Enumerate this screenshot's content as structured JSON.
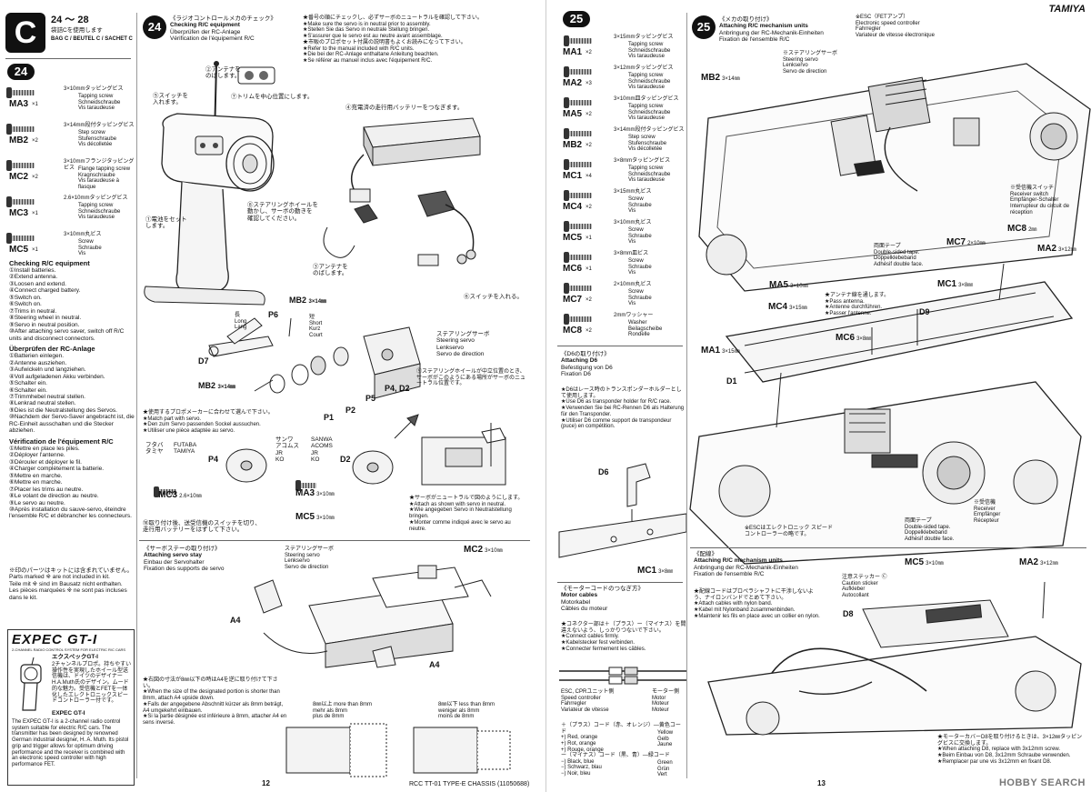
{
  "left": {
    "corner": {
      "letter": "C",
      "steps": "24 ～ 28",
      "bag": "袋詰Cを使用します",
      "bag_en": "BAG C / BEUTEL C / SACHET C"
    },
    "step24_badge": "24",
    "parts": [
      {
        "code": "MA3",
        "qty": "×1",
        "jp": "3×10mmタッピングビス",
        "desc": "Tapping screw\nSchneidschraube\nVis taraudeuse"
      },
      {
        "code": "MB2",
        "qty": "×2",
        "jp": "3×14mm段付タッピングビス",
        "desc": "Step screw\nStufenschraube\nVis décolletée"
      },
      {
        "code": "MC2",
        "qty": "×2",
        "jp": "3×10mmフランジタッピングビス",
        "desc": "Flange tapping screw\nKragnschraube\nVis taraudeuse à flasque"
      },
      {
        "code": "MC3",
        "qty": "×1",
        "jp": "2.6×10mmタッピングビス",
        "desc": "Tapping screw\nSchneidschraube\nVis taraudeuse"
      },
      {
        "code": "MC5",
        "qty": "×1",
        "jp": "3×10mm丸ビス",
        "desc": "Screw\nSchraube\nVis"
      }
    ],
    "checking_en": {
      "title": "Checking R/C equipment",
      "items": [
        "①Install batteries.",
        "②Extend antenna.",
        "③Loosen and extend.",
        "④Connect charged battery.",
        "⑤Switch on.",
        "⑥Switch on.",
        "⑦Trims in neutral.",
        "⑧Steering wheel in neutral.",
        "⑨Servo in neutral position.",
        "⑩After attaching servo saver, switch off R/C units and disconnect connectors."
      ]
    },
    "checking_de": {
      "title": "Überprüfen der RC-Anlage",
      "items": [
        "①Batterien einlegen.",
        "②Antenne ausziehen.",
        "③Aufwickeln und langziehen.",
        "④Voll aufgeladenen Akku verbinden.",
        "⑤Schalter ein.",
        "⑥Schalter ein.",
        "⑦Trimmhebel neutral stellen.",
        "⑧Lenkrad neutral stellen.",
        "⑨Dies ist die Neutralstellung des Servos.",
        "⑩Nachdem der Servo-Saver angebracht ist, die RC-Einheit ausschalten und die Stecker abziehen."
      ]
    },
    "checking_fr": {
      "title": "Vérification de l'équipement R/C",
      "items": [
        "①Mettre en place les piles.",
        "②Déployer l'antenne.",
        "③Dérouler et déployer le fil.",
        "④Charger complètement la batterie.",
        "⑤Mettre en marche.",
        "⑥Mettre en marche.",
        "⑦Placer les trims au neutre.",
        "⑧Le volant de direction au neutre.",
        "⑨Le servo au neutre.",
        "⑩Après installation du sauve-servo, éteindre l'ensemble R/C et débrancher les connecteurs."
      ]
    },
    "parts_marked": "※印のパーツはキットには含まれていません。\nParts marked ※ are not included in kit.\nTeile mit ※ sind im Bausatz nicht enthalten.\nLes pièces marquées ※ ne sont pas incluses dans le kit.",
    "expec": {
      "logo": "EXPEC GT-I",
      "sub": "2-CHANNEL RADIO CONTROL SYSTEM FOR ELECTRIC R/C CARS",
      "jp_title": "エクスペックGT-I",
      "jp_body": "2チャンネルプロポ。持ちやすい操作性を実現したホイール型送信機は、ドイツのデザイナーH.A.Muth氏のデザイン。ムード的な魅力。受信機とFETを一体化したエレクトロニックスピードコントローラー付です。",
      "en_title": "EXPEC GT-I",
      "en_body": "The EXPEC GT-I is a 2-channel radio control system suitable for electric R/C cars. The transmitter has been designed by renowned German industrial designer, H. A. Muth. Its pistol grip and trigger allows for optimum driving performance and the receiver is combined with an electronic speed controller with high performance FET."
    },
    "step24": {
      "num": "24",
      "jp": "《ラジオコントロールメカのチェック》",
      "en": "Checking R/C equipment",
      "de": "Überprüfen der RC-Anlage",
      "fr": "Vérification de l'équipement R/C",
      "notes": [
        "★番号の順にチェックし、必ずサーボのニュートラルを確認して下さい。",
        "★Make sure the servo is in neutral prior to assembly.",
        "★Stellen Sie das Servo in neutrale Stellung bringen.",
        "★S'assurer que le servo est au neutre avant assemblage.",
        "★市販のプロポセット付属の説明書もよくお読みになって下さい。",
        "★Refer to the manual included with R/C units.",
        "★Die bei der RC-Anlage enthaltane Anleitung beachten.",
        "★Se référer au manuel inclus avec l'équipement R/C."
      ],
      "callouts": {
        "antenna": "②アンテナを\nのばします。",
        "switch": "⑤スイッチを\n入れます。",
        "trim": "⑦トリムを中心位置にします。",
        "battery": "④充電済の走行用バッテリーをつなぎます。",
        "wheel": "⑧ステアリングホイールを\n動かし、サーボの動きを\n確認してください。",
        "cell": "①電池をセット\nします。",
        "antenna2": "③アンテナを\nのばします。",
        "switch2": "⑥スイッチを入れる。",
        "servo": "ステアリングサーボ\nSteering servo\nLenkservo\nServo de direction",
        "neutral": "⑨ステアリングホイールが中立位置のとき、サーボがこのようにある場所がサーボのニュートラル位置です。"
      },
      "labels": {
        "mb2a": "MB2",
        "mb2a_size": "3×14㎜",
        "p6": "P6",
        "long": "長\nLong\nLang",
        "short": "短\nShort\nKurz\nCourt",
        "d7": "D7",
        "mb2b": "MB2",
        "mb2b_size": "3×14㎜",
        "p1": "P1",
        "p2": "P2",
        "p5": "P5",
        "p4d2": "P4, D2"
      },
      "match_notes": "★使用するプロポメーカーに合わせて選んで下さい。\n★Match part with servo.\n★Den zum Servo passenden Sockel aussuchen.\n★Utiliser une pièce adaptée au servo.",
      "futaba": {
        "jp": "フタバ\nタミヤ",
        "en": "FUTABA\nTAMIYA",
        "part": "P4"
      },
      "sanwa": {
        "jp": "サンワ\nアコムス\nJR\nKO",
        "en": "SANWA\nACOMS\nJR\nKO",
        "part": "D2"
      },
      "mc3": "MC3",
      "mc3_size": "2.6×10㎜",
      "ma3": "MA3",
      "ma3_size": "3×10㎜",
      "mc5": "MC5",
      "mc5_size": "3×10㎜",
      "attach_note": "★サーボがニュートラルで図のようにします。\n★Attach as shown with servo in neutral.\n★Wie angegeben Servo in Neutralstellung bringen.\n★Monter comme indiqué avec le servo au neutre.",
      "off_note": "⑩取り付け後、送受信機のスイッチを切り、\n走行用バッテリーをはずして下さい。"
    },
    "servo_stay": {
      "title_jp": "《サーボステーの取り付け》",
      "en": "Attaching servo stay",
      "de": "Einbau der Servohalter",
      "fr": "Fixation des supports de servo",
      "servo": "ステアリングサーボ\nSteering servo\nLenkservo\nServo de direction",
      "mc2": "MC2",
      "mc2_size": "3×10㎜",
      "a4a": "A4",
      "a4b": "A4",
      "notes": "★右図の寸法が8㎜以下の時はA4を逆に取り付けて下さい。\n★When the size of the designated portion is shorter than 8mm, attach A4 upside down.\n★Falls der angegebene Abschnitt kürzer als 8mm beträgt, A4 umgekehrt einbauen.\n★Si la partie désignée est inférieure à 8mm, attacher A4 en sens inversé.",
      "more": "8㎜以上  more than 8mm\nmehr als 8mm\nplus de 8mm",
      "less": "8㎜以下  less than 8mm\nweniger als 8mm\nmoins de 8mm"
    },
    "page_num": "12",
    "footer": "RCC TT-01 TYPE-E CHASSIS (11050688)"
  },
  "right": {
    "brand": "TAMIYA",
    "step25_badge": "25",
    "parts": [
      {
        "code": "MA1",
        "qty": "×2",
        "jp": "3×15mmタッピングビス",
        "desc": "Tapping screw\nSchneidschraube\nVis taraudeuse"
      },
      {
        "code": "MA2",
        "qty": "×3",
        "jp": "3×12mmタッピングビス",
        "desc": "Tapping screw\nSchneidschraube\nVis taraudeuse"
      },
      {
        "code": "MA5",
        "qty": "×2",
        "jp": "3×10mm皿タッピングビス",
        "desc": "Tapping screw\nSchneidschraube\nVis taraudeuse"
      },
      {
        "code": "MB2",
        "qty": "×2",
        "jp": "3×14mm段付タッピングビス",
        "desc": "Step screw\nStufenschraube\nVis décolletée"
      },
      {
        "code": "MC1",
        "qty": "×4",
        "jp": "3×8mmタッピングビス",
        "desc": "Tapping screw\nSchneidschraube\nVis taraudeuse"
      },
      {
        "code": "MC4",
        "qty": "×2",
        "jp": "3×15mm丸ビス",
        "desc": "Screw\nSchraube\nVis"
      },
      {
        "code": "MC5",
        "qty": "×1",
        "jp": "3×10mm丸ビス",
        "desc": "Screw\nSchraube\nVis"
      },
      {
        "code": "MC6",
        "qty": "×1",
        "jp": "3×8mm皿ビス",
        "desc": "Screw\nSchraube\nVis"
      },
      {
        "code": "MC7",
        "qty": "×2",
        "jp": "2×10mm丸ビス",
        "desc": "Screw\nSchraube\nVis"
      },
      {
        "code": "MC8",
        "qty": "×2",
        "jp": "2mmワッシャー",
        "desc": "Washer\nBeilagscheibe\nRondelle"
      }
    ],
    "d6": {
      "jp": "《D6の取り付け》",
      "en": "Attaching D6",
      "de": "Befestigung von D6",
      "fr": "Fixation D6",
      "notes": "★D6はレース時のトランスポンダーホルダーとして使用します。\n★Use D6 as transponder holder for R/C race.\n★Verwenden Sie bei RC-Rennen D6 als Halterung für den Transponder.\n★Utiliser D6 comme support de transpondeur (puce) en compétition.",
      "label": "D6",
      "mc1": "MC1",
      "mc1_size": "3×8㎜"
    },
    "motor": {
      "jp": "《モーターコードのつなぎ方》",
      "en": "Motor cables",
      "de": "Motorkabel",
      "fr": "Câbles du moteur",
      "notes": "★コネクター部は＋（プラス）ー（マイナス）を間違えないよう、しっかりつないで下さい。\n★Connect cables firmly.\n★Kabelstecker fest verbinden.\n★Connecter fermement les câbles.",
      "esc": "ESC, CPRユニット側\nSpeed controller\nFahrregler\nVariateur de vitesse",
      "mot": "モーター側\nMotor\nMoteur\nMoteur",
      "plus": "＋（プラス）コード（赤、オレンジ）―黄色コード\n+) Red, orange\n+) Rot, orange\n+) Rouge, orange",
      "plus_r": "Yellow\nGelb\nJaune",
      "minus": "ー（マイナス）コード（黒、青）―緑コード\n−) Black, blue\n−) Schwarz, blau\n−) Noir, bleu",
      "minus_r": "Green\nGrün\nVert"
    },
    "step25": {
      "num": "25",
      "jp": "《メカの取り付け》",
      "en": "Attaching R/C mechanism units",
      "de": "Anbringung der RC-Mechanik-Einheiten",
      "fr": "Fixation de l'ensemble R/C",
      "esc": "※ESC（FETアンプ）\nElectronic speed controller\nFahrregler\nVariateur de vitesse électronique",
      "servo": "※ステアリングサーボ\nSteering servo\nLenkservo\nServo de direction",
      "mb2": "MB2",
      "mb2_size": "3×14㎜",
      "rx_switch": "※受信機スイッチ\nReceiver switch\nEmpfänger-Schalter\nInterrupteur du circuit de réception",
      "mc8": "MC8",
      "mc8_size": "2㎜",
      "mc7": "MC7",
      "mc7_size": "2×10㎜",
      "tape": "両面テープ\nDouble-sided tape.\nDoppelklebeband\nAdhésif double face.",
      "ma2": "MA2",
      "ma2_size": "3×12㎜",
      "ma5": "MA5",
      "ma5_size": "3×10㎜",
      "mc1": "MC1",
      "mc1_size": "3×8㎜",
      "mc4": "MC4",
      "mc4_size": "3×15㎜",
      "antenna": "★アンテナ線を通します。\n★Pass antenna.\n★Antenne durchführen.\n★Passer l'antenne.",
      "d9": "D9",
      "mc6": "MC6",
      "mc6_size": "3×8㎜",
      "ma1": "MA1",
      "ma1_size": "3×15㎜",
      "d1": "D1",
      "receiver": "※受信機\nReceiver\nEmpfänger\nRécepteur",
      "tape2": "両面テープ\nDouble-sided tape.\nDoppelklebeband\nAdhésif double face.",
      "esc_note": "※ESCはエレクトロニック スピード\nコントローラーの略です。"
    },
    "wiring": {
      "jp": "《配線》",
      "en": "Attaching R/C mechanism units",
      "de": "Anbringung der RC-Mechanik-Einheiten",
      "fr": "Fixation de l'ensemble R/C",
      "notes": "★配線コードはプロペラシャフトに干渉しないよう、ナイロンバンドでとめて下さい。\n★Attach cables with nylon band.\n★Kabel mit Nylonband zusammenbinden.\n★Maintenir les fils en place avec un collier en nylon.",
      "mc5": "MC5",
      "mc5_size": "3×10㎜",
      "ma2": "MA2",
      "ma2_size": "3×12㎜",
      "sticker": "注意ステッカー Ⓒ\nCaution sticker\nAufkleber\nAutocollant",
      "d8": "D8",
      "d8_note": "★モーターカバーD8を取り付けるときは、3×12㎜タッピングビスに交換します。\n★When attaching D8, replace with 3x12mm screw.\n★Beim Einbau von D8, 3x12mm Schraube verwenden.\n★Remplacer par une vis 3x12mm en fixant D8."
    },
    "page_num": "13",
    "watermark": "HOBBY SEARCH"
  }
}
